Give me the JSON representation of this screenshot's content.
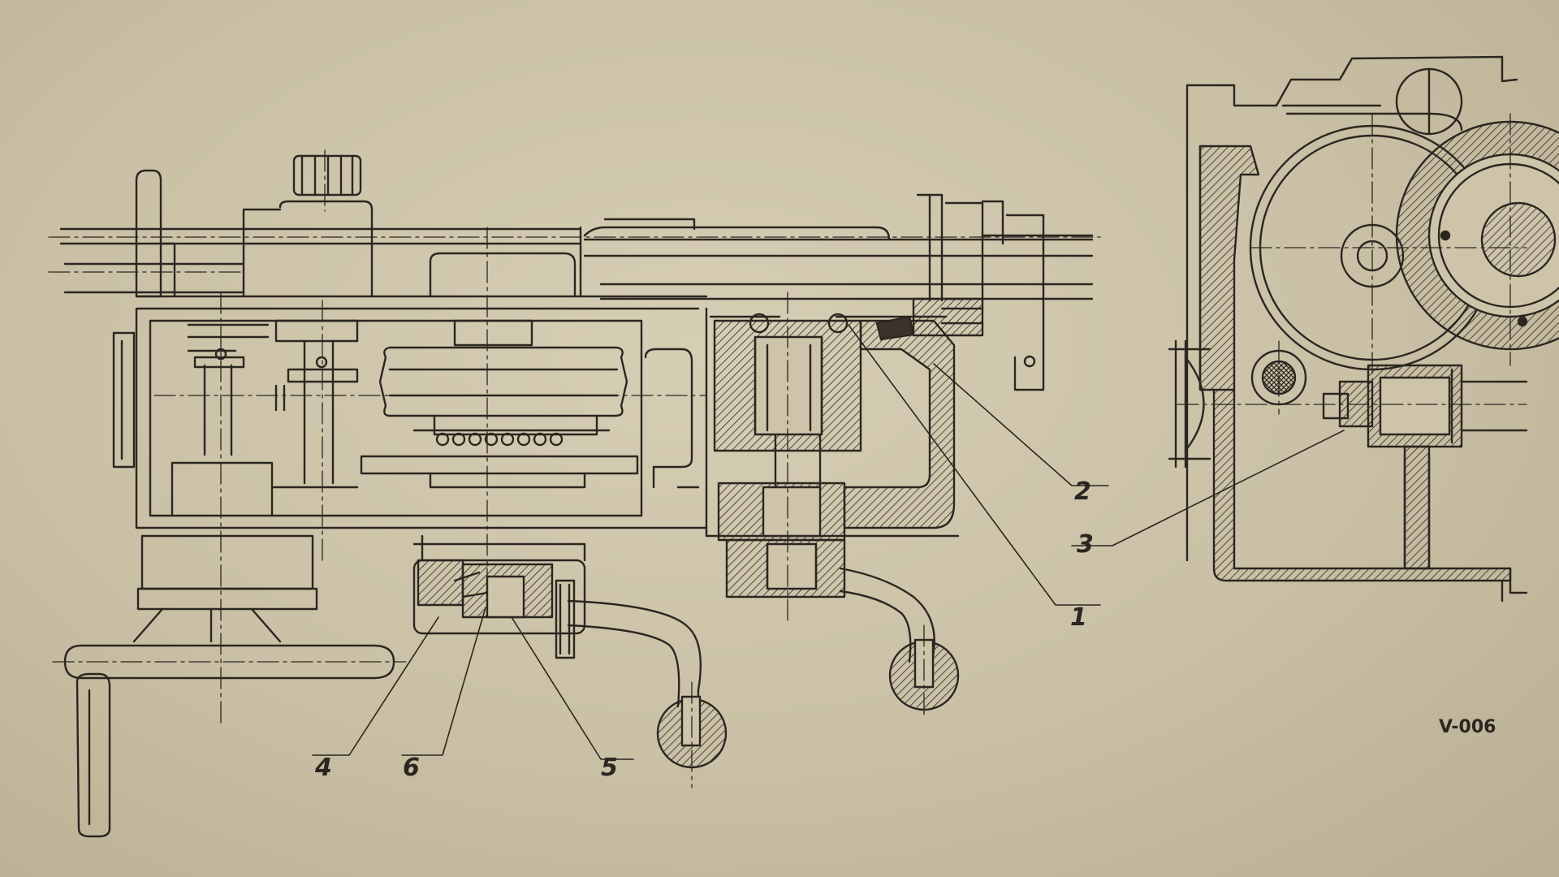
{
  "drawing": {
    "sheet_code": "V-006",
    "callouts": [
      {
        "id": "c1",
        "label": "1"
      },
      {
        "id": "c2",
        "label": "2"
      },
      {
        "id": "c3",
        "label": "3"
      },
      {
        "id": "c4",
        "label": "4"
      },
      {
        "id": "c5",
        "label": "5"
      },
      {
        "id": "c6",
        "label": "6"
      }
    ]
  },
  "colors": {
    "paper": "#cdc4aa",
    "ink": "#2b2620",
    "hatch_fill": "#3a332a"
  }
}
